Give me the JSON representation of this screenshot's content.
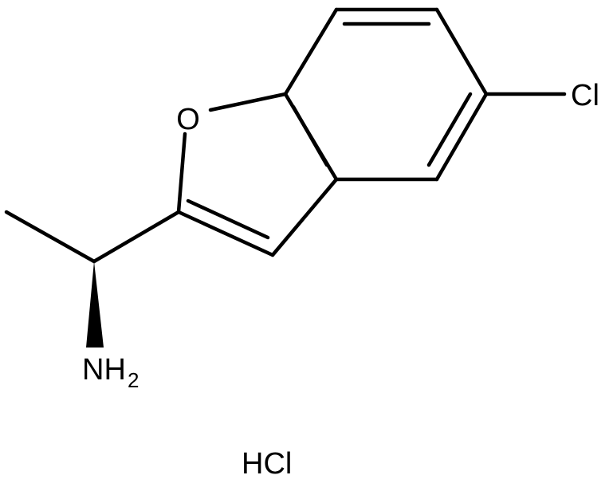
{
  "labels": {
    "oxygen": "O",
    "chlorine": "Cl",
    "amine_main": "NH",
    "amine_sub": "2",
    "salt": "HCl"
  },
  "colors": {
    "ink": "#000000",
    "background": "#ffffff"
  }
}
